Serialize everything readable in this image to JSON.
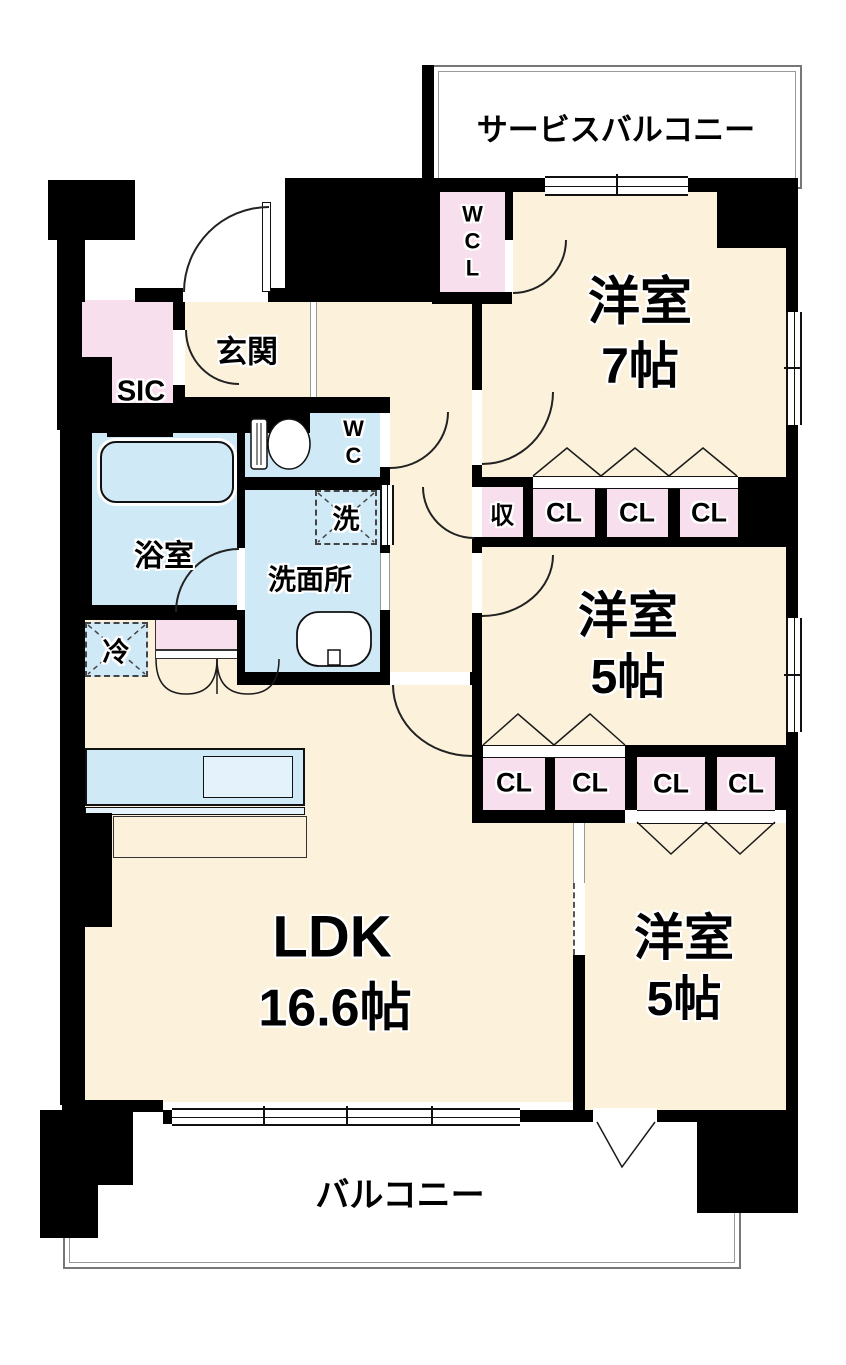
{
  "palette": {
    "floor_cream": "#fcf2dc",
    "closet_pink": "#f8dfee",
    "wet_area_blue": "#cfe9f7",
    "wall_black": "#000000"
  },
  "labels": {
    "service_balcony": "サービスバルコニー",
    "balcony": "バルコニー",
    "room_west_7": {
      "name": "洋室",
      "size": "7帖"
    },
    "room_west_5_mid": {
      "name": "洋室",
      "size": "5帖"
    },
    "room_west_5_btm": {
      "name": "洋室",
      "size": "5帖"
    },
    "ldk": {
      "name": "LDK",
      "size": "16.6帖"
    },
    "entrance": "玄関",
    "shoe_closet": "SIC",
    "walk_in_closet": "WCL",
    "toilet": "WC",
    "bathroom": "浴室",
    "washroom": "洗面所",
    "washer": "洗",
    "fridge": "冷",
    "storage": "収",
    "closet": "CL"
  }
}
